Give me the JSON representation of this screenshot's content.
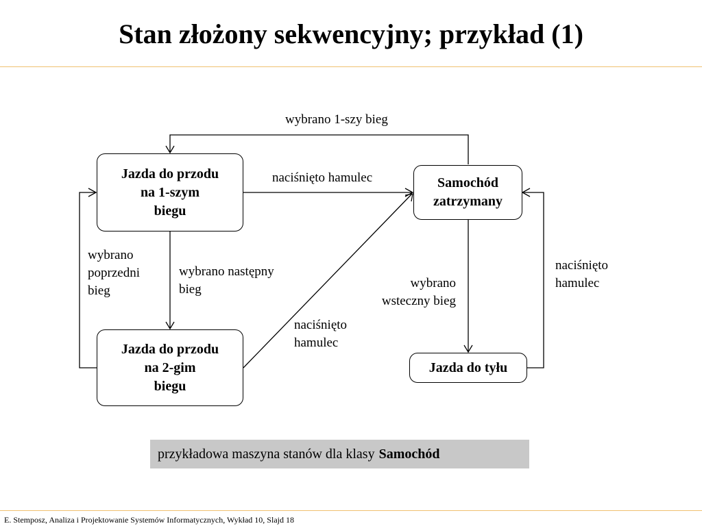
{
  "slide": {
    "title": "Stan złożony sekwencyjny; przykład (1)",
    "footer": "E. Stemposz, Analiza i Projektowanie Systemów Informatycznych, Wykład 10, Slajd 18"
  },
  "states": {
    "forward1": [
      "Jazda do przodu",
      "na 1-szym",
      "biegu"
    ],
    "forward2": [
      "Jazda do przodu",
      "na 2-gim",
      "biegu"
    ],
    "stopped": [
      "Samochód",
      "zatrzymany"
    ],
    "reverse": [
      "Jazda do tyłu"
    ]
  },
  "transitions": {
    "first_gear": [
      "wybrano 1-szy bieg"
    ],
    "brake_from_1": [
      "naciśnięto hamulec"
    ],
    "prev_gear": [
      "wybrano",
      "poprzedni",
      "bieg"
    ],
    "next_gear": [
      "wybrano następny",
      "bieg"
    ],
    "brake_from_2": [
      "naciśnięto",
      "hamulec"
    ],
    "reverse_gear": [
      "wybrano",
      "wsteczny bieg"
    ],
    "brake_from_reverse": [
      "naciśnięto",
      "hamulec"
    ]
  },
  "caption": {
    "text": "przykładowa maszyna stanów dla klasy",
    "bold": "Samochód"
  }
}
